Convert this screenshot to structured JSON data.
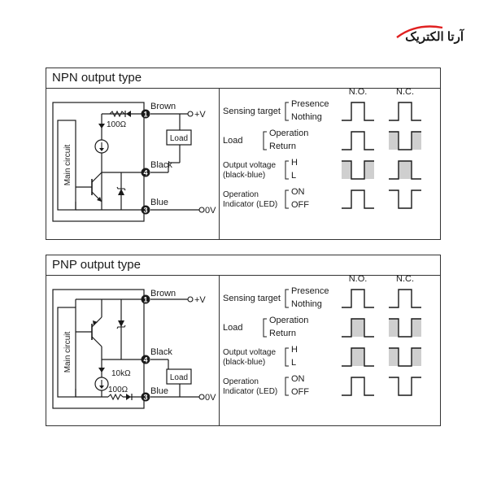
{
  "logo": {
    "text": "آرتا الکتریک",
    "color": "#e02020"
  },
  "panels": [
    {
      "title": "NPN output type",
      "wires": {
        "brown": "Brown",
        "black": "Black",
        "blue": "Blue"
      },
      "terminals": [
        "1",
        "4",
        "3"
      ],
      "supply_pos": "+V",
      "supply_neg": "0V",
      "resistor": "100Ω",
      "load": "Load",
      "main_circuit": "Main circuit",
      "col_headers": [
        "N.O.",
        "N.C."
      ],
      "rows": [
        {
          "title": [
            "Sensing target"
          ],
          "states": [
            "Presence",
            "Nothing"
          ]
        },
        {
          "title": [
            "Load"
          ],
          "states": [
            "Operation",
            "Return"
          ]
        },
        {
          "title": [
            "Output voltage",
            "(black-blue)"
          ],
          "states": [
            "H",
            "L"
          ]
        },
        {
          "title": [
            "Operation",
            "Indicator (LED)"
          ],
          "states": [
            "ON",
            "OFF"
          ]
        }
      ]
    },
    {
      "title": "PNP output type",
      "wires": {
        "brown": "Brown",
        "black": "Black",
        "blue": "Blue"
      },
      "terminals": [
        "1",
        "4",
        "3"
      ],
      "supply_pos": "+V",
      "supply_neg": "0V",
      "resistor": "100Ω",
      "resistor2": "10kΩ",
      "load": "Load",
      "main_circuit": "Main circuit",
      "col_headers": [
        "N.O.",
        "N.C."
      ],
      "rows": [
        {
          "title": [
            "Sensing target"
          ],
          "states": [
            "Presence",
            "Nothing"
          ]
        },
        {
          "title": [
            "Load"
          ],
          "states": [
            "Operation",
            "Return"
          ]
        },
        {
          "title": [
            "Output voltage",
            "(black-blue)"
          ],
          "states": [
            "H",
            "L"
          ]
        },
        {
          "title": [
            "Operation",
            "Indicator (LED)"
          ],
          "states": [
            "ON",
            "OFF"
          ]
        }
      ]
    }
  ],
  "waveforms": {
    "npn": [
      {
        "no": "pulse",
        "nc": "pulse"
      },
      {
        "no": "pulse",
        "nc": "notch-filled"
      },
      {
        "no": "notch-filled",
        "nc": "pulse-filled"
      },
      {
        "no": "pulse",
        "nc": "notch"
      }
    ],
    "pnp": [
      {
        "no": "pulse",
        "nc": "pulse"
      },
      {
        "no": "pulse-filled",
        "nc": "notch-filled"
      },
      {
        "no": "pulse-filled",
        "nc": "notch-filled"
      },
      {
        "no": "pulse",
        "nc": "notch"
      }
    ]
  },
  "colors": {
    "line": "#1a1a1a",
    "fill": "#cfcfcf",
    "logo": "#e02020"
  }
}
